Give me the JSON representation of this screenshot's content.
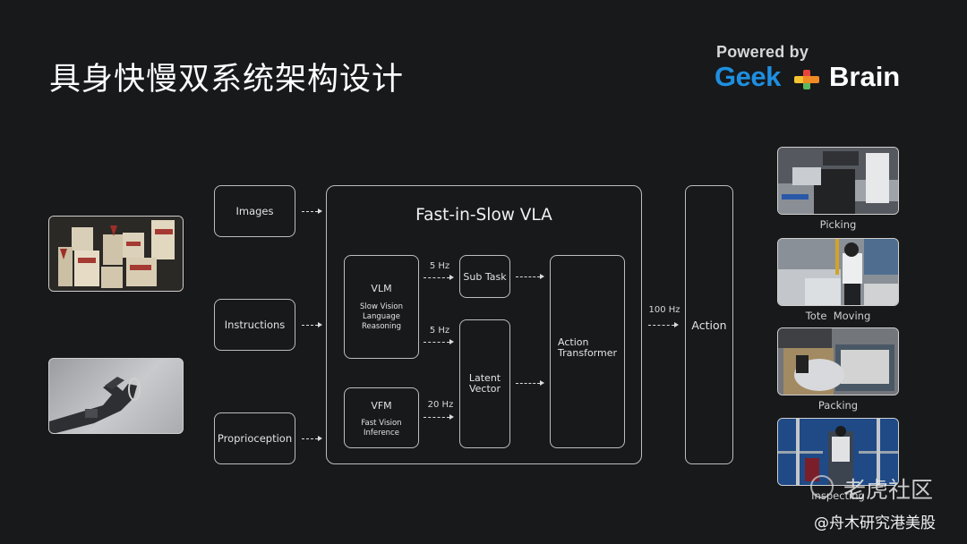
{
  "title": "具身快慢双系统架构设计",
  "logo": {
    "powered_by": "Powered by",
    "brand_geek": "Geek",
    "brand_brain": "Brain",
    "colors": {
      "geek_blue": "#1e8fe0",
      "plus_orange": "#f08a24",
      "plus_yellow": "#f4c430",
      "plus_green": "#5cb85c",
      "plus_red": "#e8443a"
    }
  },
  "inputs": [
    {
      "label": "Images"
    },
    {
      "label": "Instructions"
    },
    {
      "label": "Proprioception"
    }
  ],
  "vla": {
    "title": "Fast-in-Slow VLA",
    "vlm": {
      "name": "VLM",
      "description": "Slow Vision Language Reasoning"
    },
    "vfm": {
      "name": "VFM",
      "description": "Fast Vision Inference"
    },
    "sub_task": "Sub Task",
    "latent_vector": "Latent Vector",
    "action_transformer": "Action Transformer",
    "rates": {
      "vlm_to_subtask": "5 Hz",
      "vlm_to_latent": "5 Hz",
      "vfm_to_latent": "20 Hz"
    }
  },
  "output": {
    "rate": "100 Hz",
    "label": "Action"
  },
  "left_images": [
    {
      "icon": "snack-boxes-tote-photo"
    },
    {
      "icon": "robotic-hand-photo"
    }
  ],
  "scenarios": [
    {
      "caption": "Picking"
    },
    {
      "caption": "Tote  Moving"
    },
    {
      "caption": "Packing"
    },
    {
      "caption": "Inspecting"
    }
  ],
  "watermark": {
    "community": "老虎社区",
    "author": "@舟木研究港美股"
  }
}
